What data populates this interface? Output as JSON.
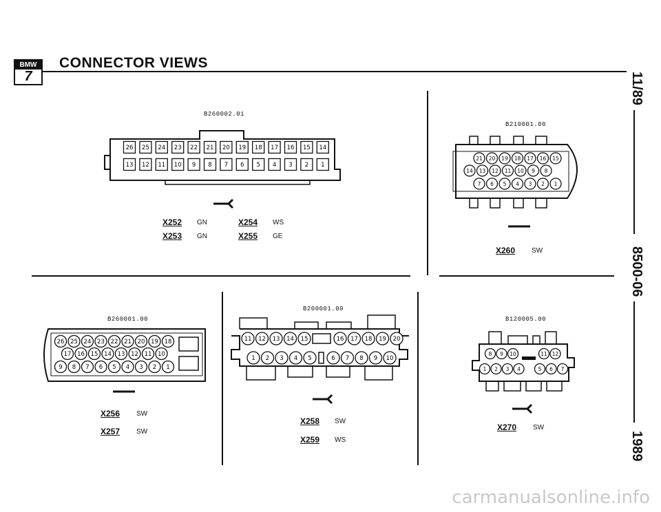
{
  "header": {
    "logo_text": "BMW",
    "logo_series": "7",
    "title": "CONNECTOR VIEWS"
  },
  "side_margin": {
    "date": "11/89",
    "doc_number": "8500-06",
    "year": "1989"
  },
  "panels": {
    "top_left": {
      "part_number": "B260002.01",
      "top_row_pins": [
        "26",
        "25",
        "24",
        "23",
        "22",
        "21",
        "20",
        "19",
        "18",
        "17",
        "16",
        "15",
        "14"
      ],
      "bottom_row_pins": [
        "13",
        "12",
        "11",
        "10",
        "9",
        "8",
        "7",
        "6",
        "5",
        "4",
        "3",
        "2",
        "1"
      ],
      "connectors": [
        {
          "id": "X252",
          "color": "GN"
        },
        {
          "id": "X253",
          "color": "GN"
        },
        {
          "id": "X254",
          "color": "WS"
        },
        {
          "id": "X255",
          "color": "GE"
        }
      ]
    },
    "top_right": {
      "part_number": "B210001.00",
      "row1_pins": [
        "21",
        "20",
        "19",
        "18",
        "17",
        "16",
        "15"
      ],
      "row2_pins": [
        "14",
        "13",
        "12",
        "11",
        "10",
        "9",
        "8"
      ],
      "row3_pins": [
        "7",
        "6",
        "5",
        "4",
        "3",
        "2",
        "1"
      ],
      "connectors": [
        {
          "id": "X260",
          "color": "SW"
        }
      ]
    },
    "bottom_left": {
      "part_number": "B260001.00",
      "row1_pins": [
        "26",
        "25",
        "24",
        "23",
        "22",
        "21",
        "20",
        "19",
        "18"
      ],
      "row2_pins": [
        "17",
        "16",
        "15",
        "14",
        "13",
        "12",
        "11",
        "10"
      ],
      "row3_pins": [
        "9",
        "8",
        "7",
        "6",
        "5",
        "4",
        "3",
        "2",
        "1"
      ],
      "connectors": [
        {
          "id": "X256",
          "color": "SW"
        },
        {
          "id": "X257",
          "color": "SW"
        }
      ]
    },
    "bottom_middle": {
      "part_number": "B200001.00",
      "row1_left_pins": [
        "11",
        "12",
        "13",
        "14",
        "15"
      ],
      "row1_right_pins": [
        "16",
        "17",
        "18",
        "19",
        "20"
      ],
      "row2_left_pins": [
        "1",
        "2",
        "3",
        "4",
        "5"
      ],
      "row2_right_pins": [
        "6",
        "7",
        "8",
        "9",
        "10"
      ],
      "connectors": [
        {
          "id": "X258",
          "color": "SW"
        },
        {
          "id": "X259",
          "color": "WS"
        }
      ]
    },
    "bottom_right": {
      "part_number": "B120005.00",
      "row1_left_pins": [
        "8",
        "9",
        "10"
      ],
      "row1_right_pins": [
        "11",
        "12"
      ],
      "row2_left_pins": [
        "1",
        "2",
        "3",
        "4"
      ],
      "row2_right_pins": [
        "5",
        "6",
        "7"
      ],
      "connectors": [
        {
          "id": "X270",
          "color": "SW"
        }
      ]
    }
  },
  "watermark": "carmanualsonline.info"
}
